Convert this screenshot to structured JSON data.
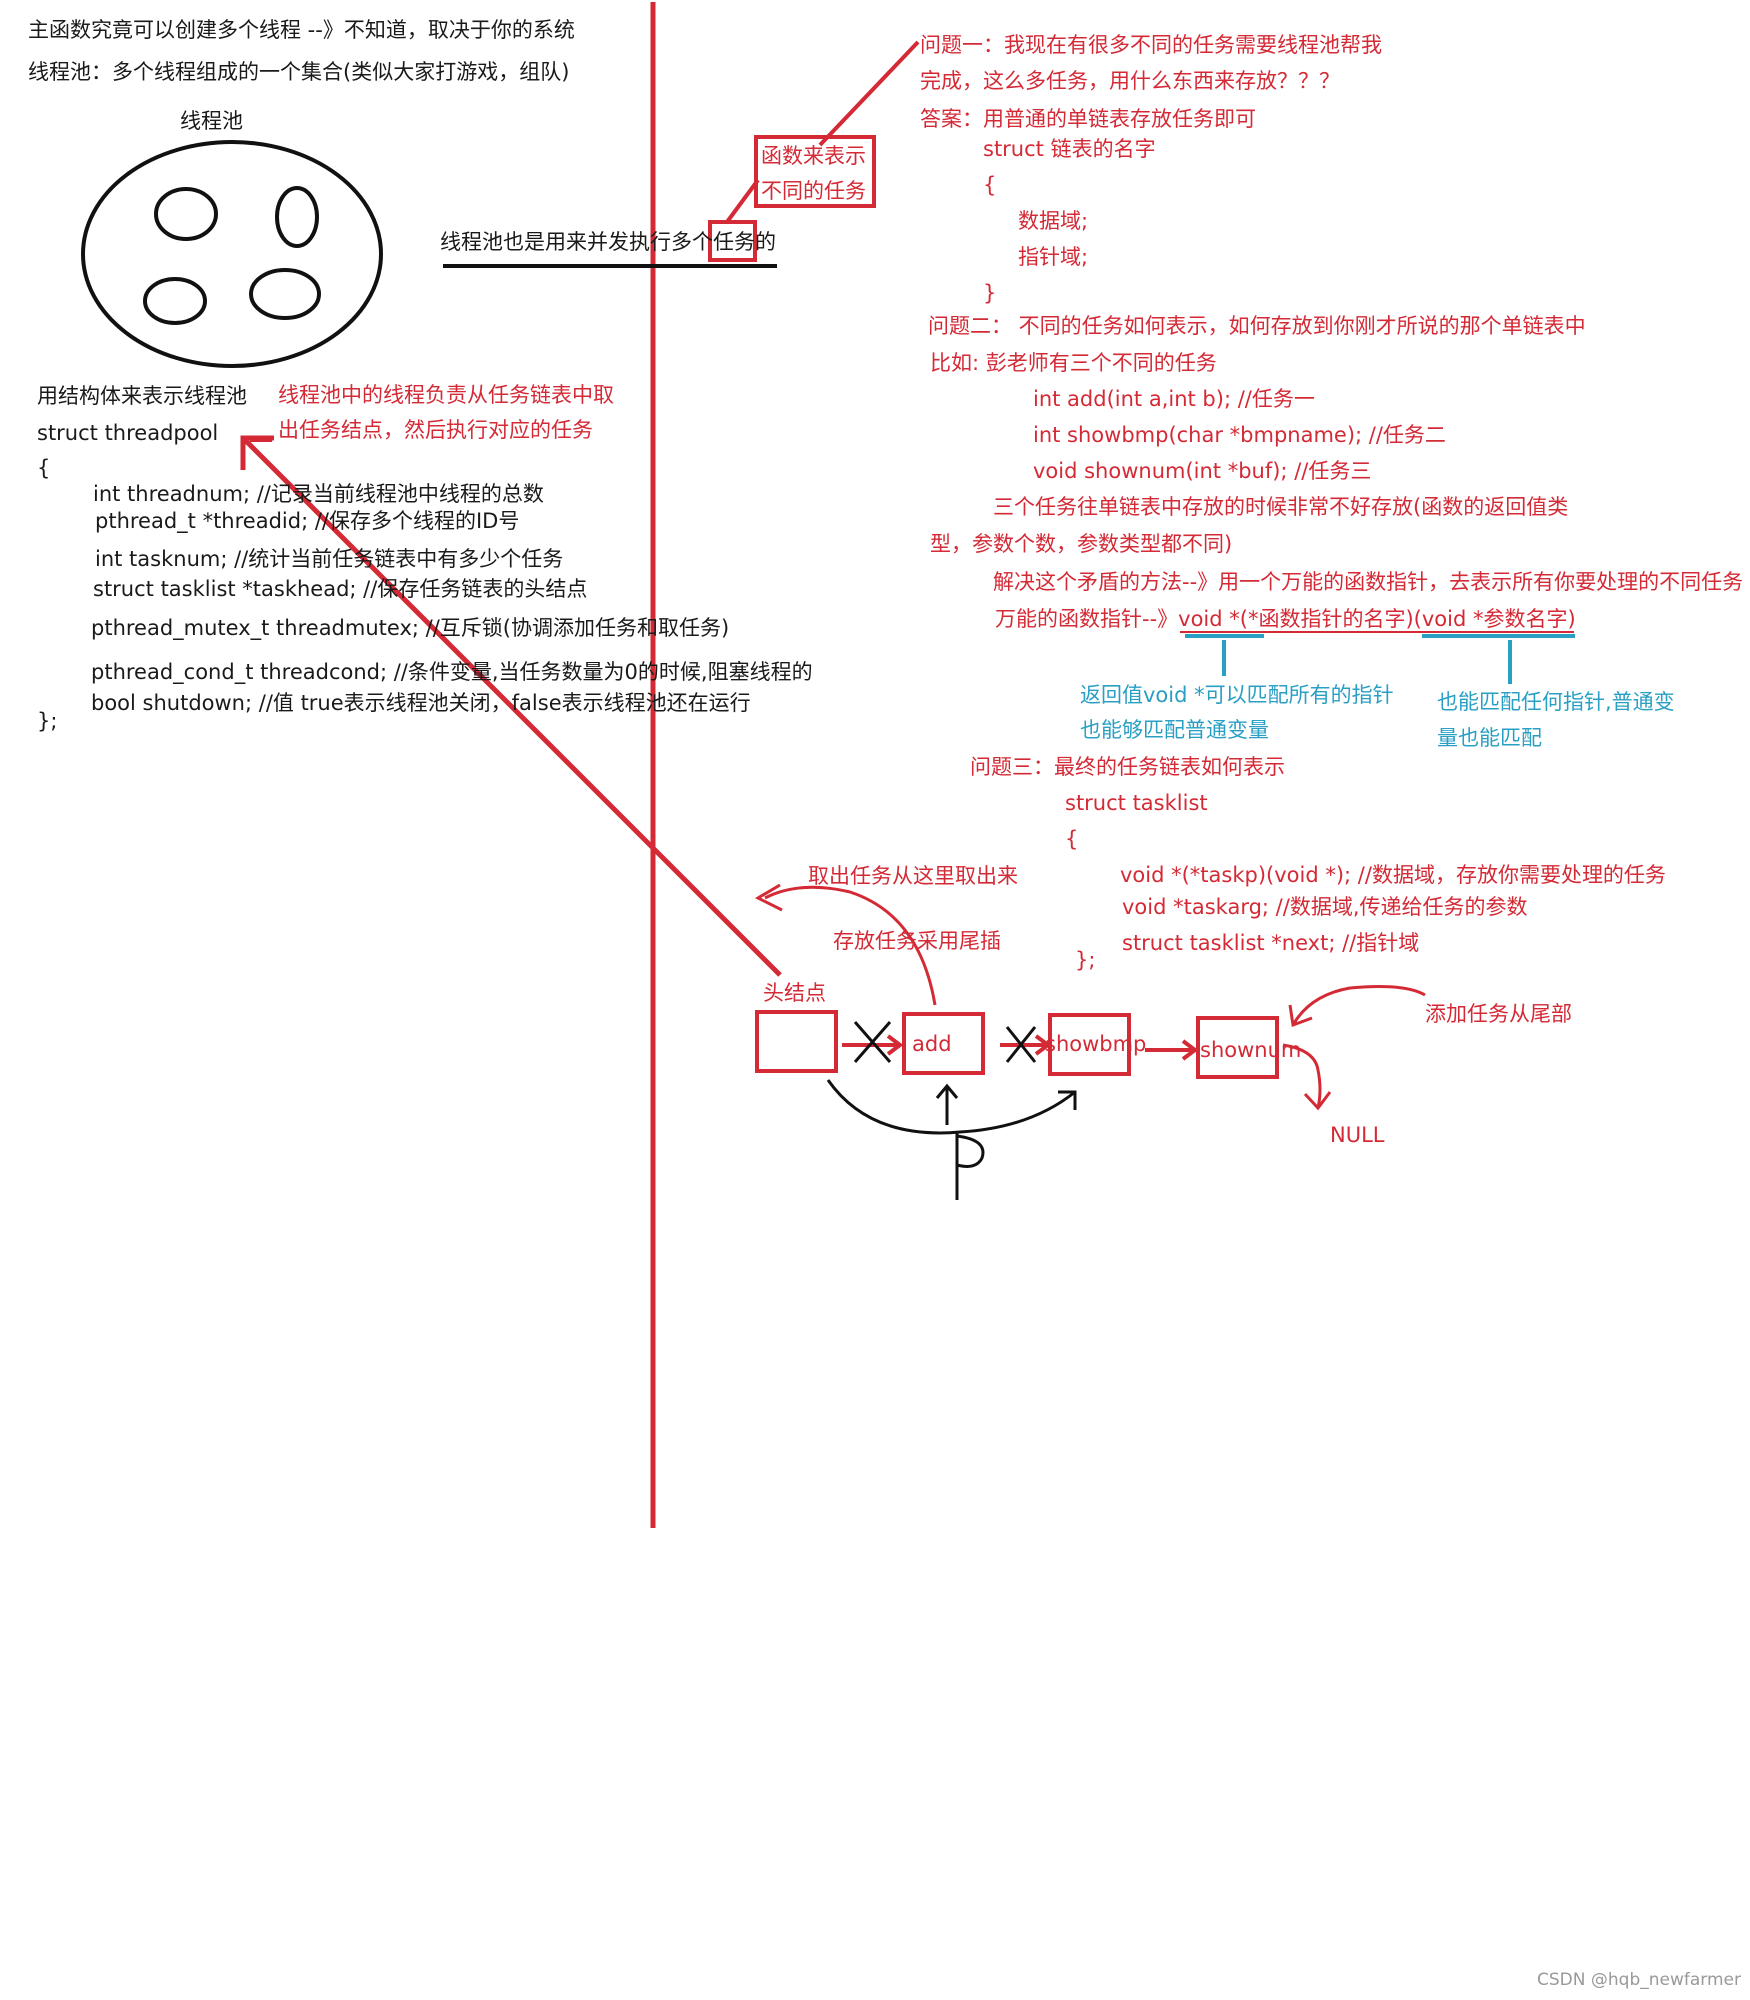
{
  "left": {
    "line1": "主函数究竟可以创建多个线程 --》不知道，取决于你的系统",
    "line2": "线程池：多个线程组成的一个集合(类似大家打游戏，组队)",
    "pool_title": "线程池",
    "pool_desc": "线程池也是用来并发执行多个任务的",
    "func_box_line1": "函数来表示",
    "func_box_line2": "不同的任务",
    "struct_intro": "用结构体来表示线程池",
    "struct_note_line1": "线程池中的线程负责从任务链表中取",
    "struct_note_line2": "出任务结点，然后执行对应的任务",
    "struct_name": "struct  threadpool",
    "open_brace": "{",
    "fields": [
      "int  threadnum;   //记录当前线程池中线程的总数",
      "pthread_t  *threadid;   //保存多个线程的ID号",
      "int tasknum;      //统计当前任务链表中有多少个任务",
      "struct tasklist *taskhead;  //保存任务链表的头结点",
      "pthread_mutex_t   threadmutex;  //互斥锁(协调添加任务和取任务)",
      "pthread_cond_t     threadcond;    //条件变量,当任务数量为0的时候,阻塞线程的",
      "bool  shutdown;   //值 true表示线程池关闭，false表示线程池还在运行"
    ],
    "close_brace": "};"
  },
  "right": {
    "q1_line1": "问题一：我现在有很多不同的任务需要线程池帮我",
    "q1_line2": "完成，这么多任务，用什么东西来存放？？？",
    "a1": "答案：用普通的单链表存放任务即可",
    "a1_struct": "struct 链表的名字",
    "a1_open": "{",
    "a1_data": "数据域;",
    "a1_ptr": "指针域;",
    "a1_close": "}",
    "q2": "问题二：  不同的任务如何表示，如何存放到你刚才所说的那个单链表中",
    "eg": "比如: 彭老师有三个不同的任务",
    "task1": "int  add(int a,int b);  //任务一",
    "task2": "int  showbmp(char *bmpname);  //任务二",
    "task3": "void  shownum(int *buf);            //任务三",
    "problem_line1": "三个任务往单链表中存放的时候非常不好存放(函数的返回值类",
    "problem_line2": "型，参数个数，参数类型都不同)",
    "solution": "解决这个矛盾的方法--》用一个万能的函数指针，去表示所有你要处理的不同任务",
    "universal_prefix": "万能的函数指针--》",
    "universal_ret": "void *",
    "universal_name": "(*函数指针的名字)",
    "universal_param": "(void *参数名字)",
    "blue_left_1": "返回值void *可以匹配所有的指针",
    "blue_left_2": "也能够匹配普通变量",
    "blue_right_1": "也能匹配任何指针,普通变",
    "blue_right_2": "量也能匹配",
    "q3": "问题三：最终的任务链表如何表示",
    "tl_struct": "struct  tasklist",
    "tl_open": "{",
    "tl_f1": "void *(*taskp)(void *);  //数据域，存放你需要处理的任务",
    "tl_f2": "void *taskarg;            //数据域,传递给任务的参数",
    "tl_f3": "struct tasklist *next;   //指针域",
    "tl_close": "};"
  },
  "list": {
    "take_out": "取出任务从这里取出来",
    "tail_insert": "存放任务采用尾插",
    "head_label": "头结点",
    "node_add": "add",
    "node_showbmp": "showbmp",
    "node_shownum": "shownum",
    "add_tail": "添加任务从尾部",
    "null": "NULL",
    "pointer_p": "P"
  },
  "watermark": "CSDN @hqb_newfarmer",
  "colors": {
    "red": "#d42a36",
    "blue": "#2a9fc4",
    "black": "#1a1a1a"
  }
}
